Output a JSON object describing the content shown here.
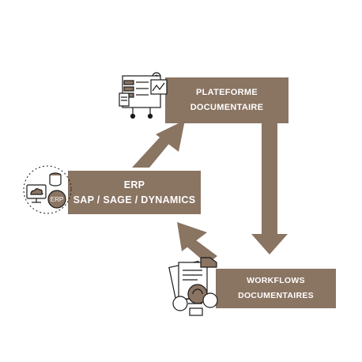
{
  "plateforme": {
    "line1": "PLATEFORME",
    "line2": "DOCUMENTAIRE"
  },
  "erp": {
    "line1": "ERP",
    "line2": "SAP / SAGE / DYNAMICS",
    "icon_text": "ERP"
  },
  "workflows": {
    "line1": "WORKFLOWS",
    "line2": "DOCUMENTAIRES"
  },
  "colors": {
    "accent": "#8a7462",
    "text": "#ffffff",
    "line": "#1a1a1a"
  },
  "icons": [
    "dashboard-gear-icon",
    "erp-cloud-database-icon",
    "document-workflow-icon"
  ]
}
